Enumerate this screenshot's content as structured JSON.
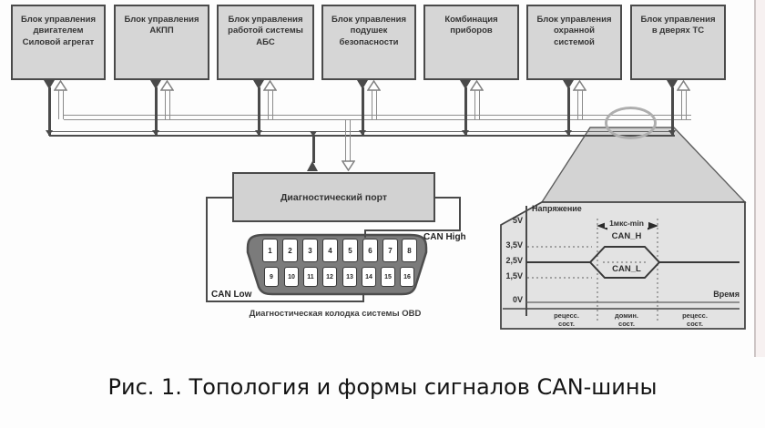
{
  "ecu_boxes": [
    {
      "label": "Блок управления\nдвигателем\nСиловой агрегат"
    },
    {
      "label": "Блок управления\nАКПП"
    },
    {
      "label": "Блок управления\nработой системы\nАБС"
    },
    {
      "label": "Блок управления\nподушек\nбезопасности"
    },
    {
      "label": "Комбинация\nприборов"
    },
    {
      "label": "Блок управления\nохранной\nсистемой"
    },
    {
      "label": "Блок управления\nв дверях ТС"
    }
  ],
  "port": {
    "label": "Диагностический порт"
  },
  "obd": {
    "pins_top": [
      "1",
      "2",
      "3",
      "4",
      "5",
      "6",
      "7",
      "8"
    ],
    "pins_bottom": [
      "9",
      "10",
      "11",
      "12",
      "13",
      "14",
      "15",
      "16"
    ],
    "can_high_label": "CAN High",
    "can_low_label": "CAN Low",
    "caption": "Диагностическая колодка системы OBD"
  },
  "waveform": {
    "y_axis_label": "Напряжение",
    "x_axis_label": "Время",
    "ticks": [
      "5V",
      "3,5V",
      "2,5V",
      "1,5V",
      "0V"
    ],
    "pulse_width_label": "1мкс-min",
    "can_h_label": "CAN_H",
    "can_l_label": "CAN_L",
    "states": [
      "рецесс.\nсост.",
      "домин.\nсост.",
      "рецесс.\nсост."
    ]
  },
  "figure_caption": "Рис. 1. Топология и формы сигналов CAN-шины",
  "chart_data": {
    "type": "line",
    "ylabel": "Напряжение",
    "xlabel": "Время",
    "ylim": [
      0,
      5
    ],
    "yticks_volts": [
      0,
      1.5,
      2.5,
      3.5,
      5
    ],
    "series": [
      {
        "name": "CAN_H",
        "levels_volts": [
          2.5,
          3.5,
          2.5
        ]
      },
      {
        "name": "CAN_L",
        "levels_volts": [
          2.5,
          1.5,
          2.5
        ]
      }
    ],
    "segments": [
      "рецесс. сост.",
      "домин. сост.",
      "рецесс. сост."
    ],
    "dominant_min_duration": "1мкс-min",
    "grid": "dotted reference lines at 1.5V and 3.5V, dotted segment boundaries"
  },
  "colors": {
    "box_fill": "#d6d6d6",
    "box_border": "#4a4a4a",
    "bus_dark": "#4c4c4c",
    "bus_light": "#8f8f8f",
    "obd_shell": "#7b7b7b",
    "cone_fill": "#d3d3d3",
    "chart_fill": "#e3e3e3"
  }
}
